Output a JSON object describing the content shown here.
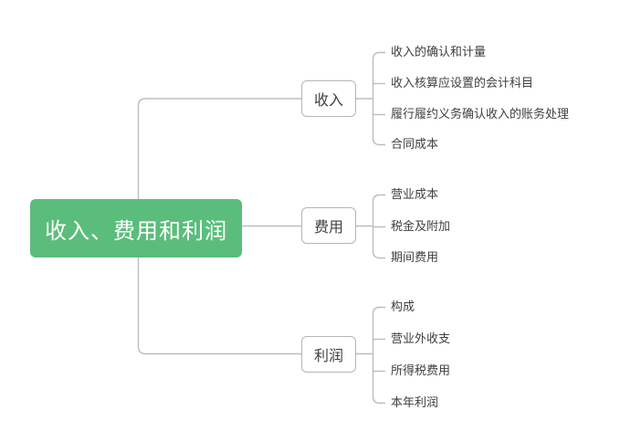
{
  "root": {
    "label": "收入、费用和利润"
  },
  "branches": [
    {
      "label": "收入",
      "children": [
        "收入的确认和计量",
        "收入核算应设置的会计科目",
        "履行履约义务确认收入的账务处理",
        "合同成本"
      ]
    },
    {
      "label": "费用",
      "children": [
        "营业成本",
        "税金及附加",
        "期间费用"
      ]
    },
    {
      "label": "利润",
      "children": [
        "构成",
        "营业外收支",
        "所得税费用",
        "本年利润"
      ]
    }
  ],
  "colors": {
    "background": "#ffffff",
    "root_bg": "#5bbd7b",
    "root_text": "#ffffff",
    "node_border": "#b5b5b5",
    "node_text": "#404040",
    "line": "#bdbdbd",
    "leaf_text": "#3f3f3f"
  }
}
